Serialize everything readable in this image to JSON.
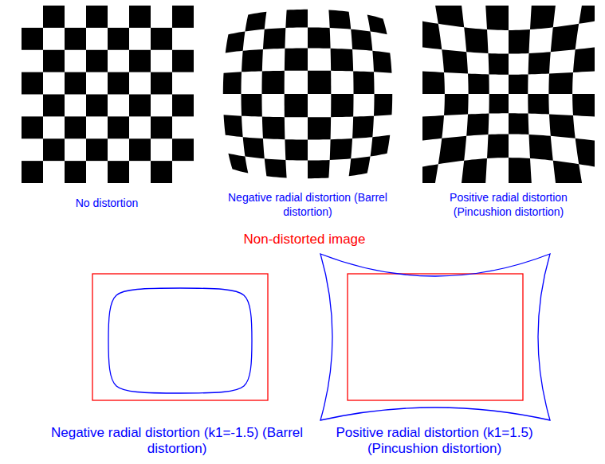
{
  "diagram": {
    "labels": [
      "No distortion",
      "Negative radial distortion (Barrel distortion)",
      "Positive radial distortion (Pincushion distortion)",
      "Non-distorted image",
      "Negative radial distortion (k1=-1.5) (Barrel distortion)",
      "Positive radial distortion (k1=1.5) (Pincushion distortion)"
    ]
  }
}
